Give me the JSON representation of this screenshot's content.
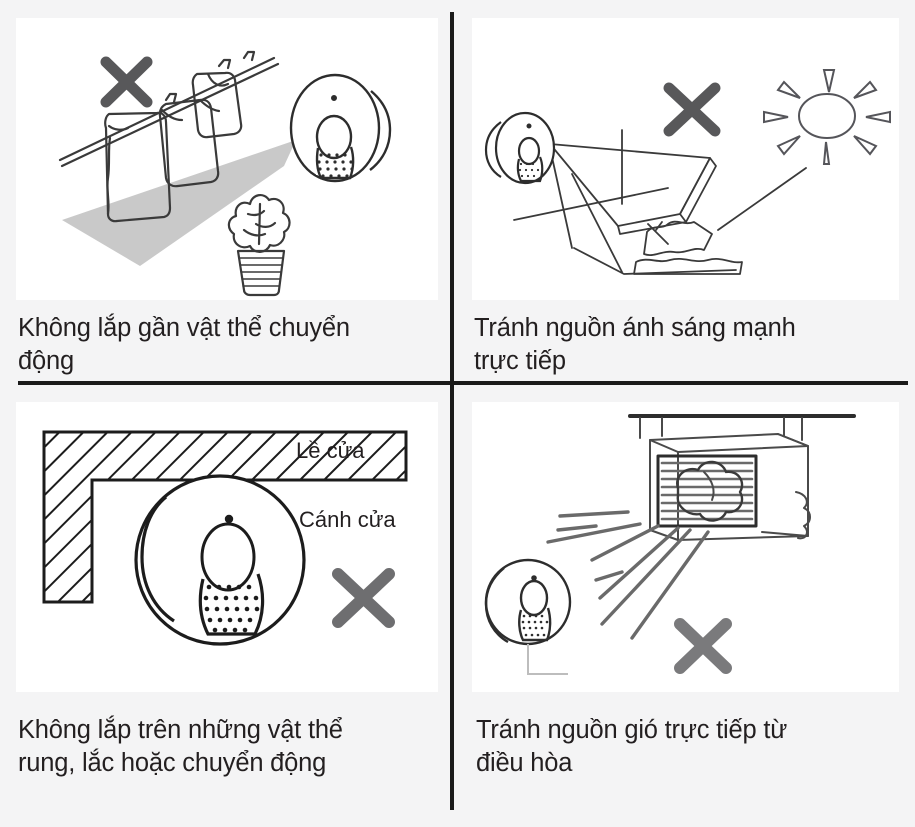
{
  "document": {
    "title": "Hướng dẫn lắp đặt cảm biến",
    "background_color": "#f4f4f5",
    "panel_color": "#ffffff",
    "text_color": "#231f20",
    "divider_color": "#1a1a1a",
    "cross_mark_color": "#58585a",
    "line_art_color": "#3a3a3a",
    "shadow_fill_color": "#c9c9c9"
  },
  "panels": [
    {
      "id": "panel-1",
      "position": "top-left",
      "caption": "Không lắp gần vật thể chuyển\nđộng",
      "illustration": {
        "name": "clothesline-plant-sensor",
        "elements": [
          "cross-mark",
          "clothesline",
          "hanging-towel",
          "hanging-shirt",
          "potted-plant",
          "floor-shadow",
          "motion-sensor"
        ]
      },
      "labels": []
    },
    {
      "id": "panel-2",
      "position": "top-right",
      "caption": "Tránh nguồn ánh sáng mạnh\ntrực tiếp",
      "illustration": {
        "name": "direct-sunlight-sensor",
        "elements": [
          "motion-sensor",
          "cross-mark",
          "sun",
          "sunbeam",
          "window-sill",
          "curtain"
        ]
      },
      "labels": []
    },
    {
      "id": "panel-3",
      "position": "bottom-left",
      "caption": "Không lắp trên những vật thể\nrung, lắc hoặc chuyển động",
      "illustration": {
        "name": "door-frame-sensor",
        "elements": [
          "hatched-door-frame",
          "motion-sensor",
          "cross-mark"
        ]
      },
      "labels": [
        {
          "name": "door-frame-label",
          "text": "Lề cửa"
        },
        {
          "name": "door-leaf-label",
          "text": "Cánh cửa"
        }
      ]
    },
    {
      "id": "panel-4",
      "position": "bottom-right",
      "caption": "Tránh nguồn gió trực tiếp từ\nđiều hòa",
      "illustration": {
        "name": "air-conditioner-sensor",
        "elements": [
          "air-conditioner",
          "ceiling-bracket",
          "airflow-lines",
          "motion-sensor",
          "cross-mark"
        ]
      },
      "labels": []
    }
  ]
}
